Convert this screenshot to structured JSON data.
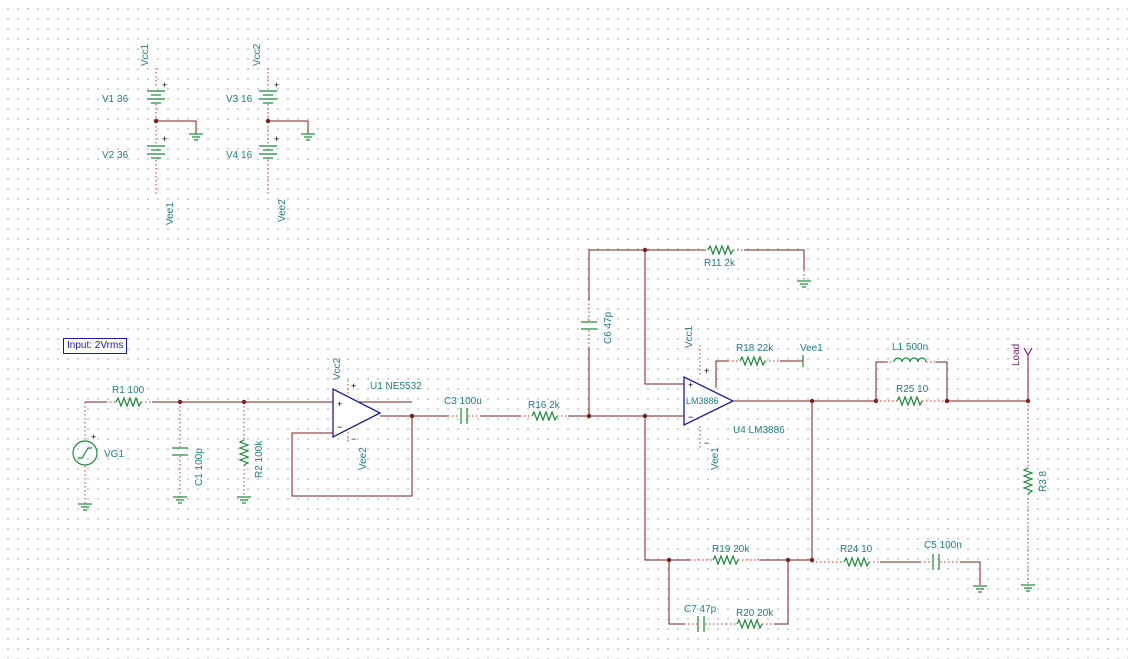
{
  "note": "Input: 2Vrms",
  "labels": {
    "v1": "V1 36",
    "v2": "V2 36",
    "v3": "V3 16",
    "v4": "V4 16",
    "vcc1_a": "Vcc1",
    "vee1_a": "Vee1",
    "vcc2_a": "Vcc2",
    "vee2_a": "Vee2",
    "vg1": "VG1",
    "r1": "R1 100",
    "c1": "C1 100p",
    "r2": "R2 100k",
    "u1": "U1 NE5532",
    "u1_vcc": "Vcc2",
    "u1_vee": "Vee2",
    "c3": "C3 100u",
    "r16": "R16 2k",
    "c6": "C6 47p",
    "r11": "R11 2k",
    "u4_vcc": "Vcc1",
    "r18": "R18 22k",
    "r18_net": "Vee1",
    "u4_part": "LM3886",
    "u4": "U4 LM3886",
    "u4_vee": "Vee1",
    "l1": "L1 500n",
    "r25": "R25 10",
    "load": "Load",
    "r3": "R3 8",
    "r19": "R19 20k",
    "r24": "R24 10",
    "c5": "C5 100n",
    "c7": "C7 47p",
    "r20": "R20 20k"
  },
  "colors": {
    "wire": "#7a1e1e",
    "component": "#1b8a3a",
    "opamp": "#1a1aa8",
    "label": "#1d7f86",
    "probe": "#7a1e7a"
  }
}
